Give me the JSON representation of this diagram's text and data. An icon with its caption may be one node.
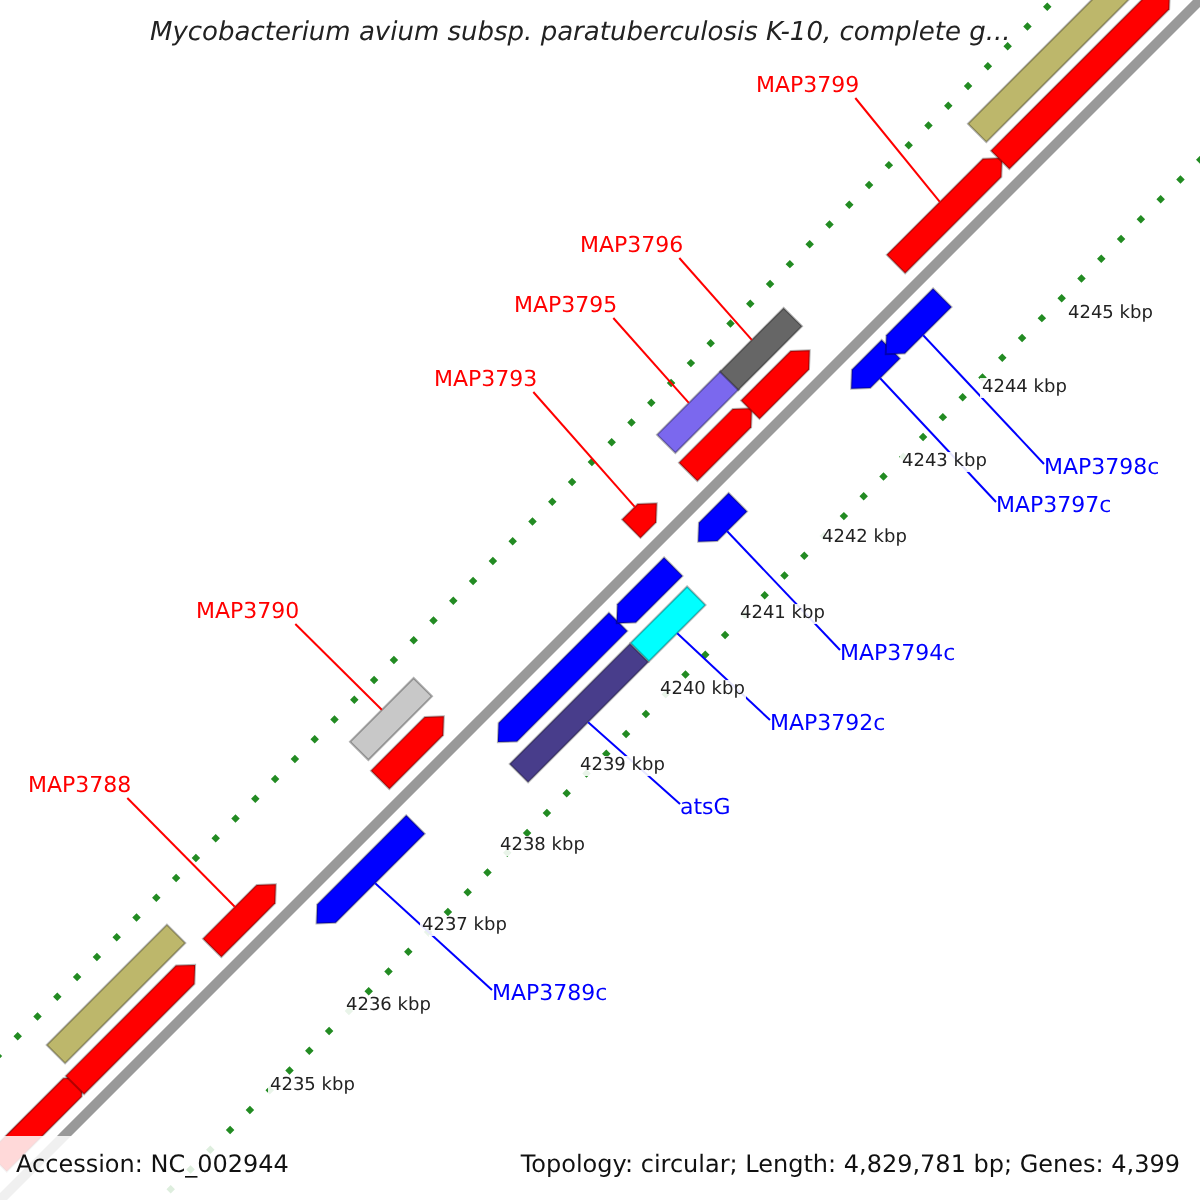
{
  "diagram": {
    "title": "Mycobacterium avium subsp. paratuberculosis K-10, complete g...",
    "nodes": [
      {
        "text": [
          "MAP3799"
        ]
      },
      {
        "text": [
          "MAP3796"
        ]
      },
      {
        "text": [
          "MAP3795"
        ]
      },
      {
        "text": [
          "MAP3793"
        ]
      },
      {
        "text": [
          "MAP3798c"
        ]
      },
      {
        "text": [
          "MAP3797c"
        ]
      },
      {
        "text": [
          "MAP3790"
        ]
      },
      {
        "text": [
          "MAP3794c"
        ]
      },
      {
        "text": [
          "MAP3792c"
        ]
      },
      {
        "text": [
          "MAP3788"
        ]
      },
      {
        "text": [
          "atsG"
        ]
      },
      {
        "text": [
          "MAP3789c"
        ]
      },
      {
        "text": [],
        "shape": "pentagon"
      },
      {
        "text": [],
        "shape": "pentagon"
      },
      {
        "text": [],
        "shape": "bar"
      },
      {
        "text": [],
        "shape": "bar"
      },
      {
        "text": [],
        "shape": "pentagon"
      },
      {
        "text": [],
        "shape": "bar"
      },
      {
        "text": [],
        "shape": "bar"
      },
      {
        "text": [],
        "shape": "pentagon"
      },
      {
        "text": [],
        "shape": "bar"
      },
      {
        "text": [],
        "shape": "pentagon"
      },
      {
        "text": [],
        "shape": "pentagon"
      },
      {
        "text": [],
        "shape": "pentagon"
      },
      {
        "text": [],
        "shape": "pentagon"
      },
      {
        "text": [],
        "shape": "pentagon"
      },
      {
        "text": [],
        "shape": "bar"
      },
      {
        "text": [],
        "shape": "pentagon"
      },
      {
        "text": [],
        "shape": "pentagon"
      },
      {
        "text": [],
        "shape": "pentagon"
      },
      {
        "text": [],
        "shape": "pentagon"
      },
      {
        "text": [],
        "shape": "pentagon"
      },
      {
        "text": [],
        "shape": "pentagon"
      },
      {
        "text": [],
        "shape": "bar"
      }
    ],
    "edges": [
      {
        "from": 0,
        "to": 23,
        "arrow": "none",
        "color": "#ff0000"
      },
      {
        "from": 1,
        "to": 20,
        "arrow": "none",
        "color": "#ff0000"
      },
      {
        "from": 2,
        "to": 18,
        "arrow": "none",
        "color": "#ff0000"
      },
      {
        "from": 3,
        "to": 16,
        "arrow": "none",
        "color": "#ff0000"
      },
      {
        "from": 4,
        "to": 22,
        "arrow": "none",
        "color": "#0000ff"
      },
      {
        "from": 5,
        "to": 21,
        "arrow": "none",
        "color": "#0000ff"
      },
      {
        "from": 6,
        "to": 14,
        "arrow": "none",
        "color": "#ff0000"
      },
      {
        "from": 7,
        "to": 19,
        "arrow": "none",
        "color": "#0000ff"
      },
      {
        "from": 8,
        "to": 17,
        "arrow": "none",
        "color": "#0000ff"
      },
      {
        "from": 9,
        "to": 12,
        "arrow": "none",
        "color": "#ff0000"
      },
      {
        "from": 10,
        "to": 15,
        "arrow": "none",
        "color": "#0000ff"
      },
      {
        "from": 11,
        "to": 13,
        "arrow": "none",
        "color": "#0000ff"
      }
    ],
    "labels": [
      "4245 kbp",
      "4244 kbp",
      "4243 kbp",
      "4242 kbp",
      "4241 kbp",
      "4240 kbp",
      "4239 kbp",
      "4238 kbp",
      "4237 kbp",
      "4236 kbp",
      "4235 kbp",
      "Accession: NC_002944",
      "Topology: circular; Length: 4,829,781 bp; Genes: 4,399"
    ]
  }
}
